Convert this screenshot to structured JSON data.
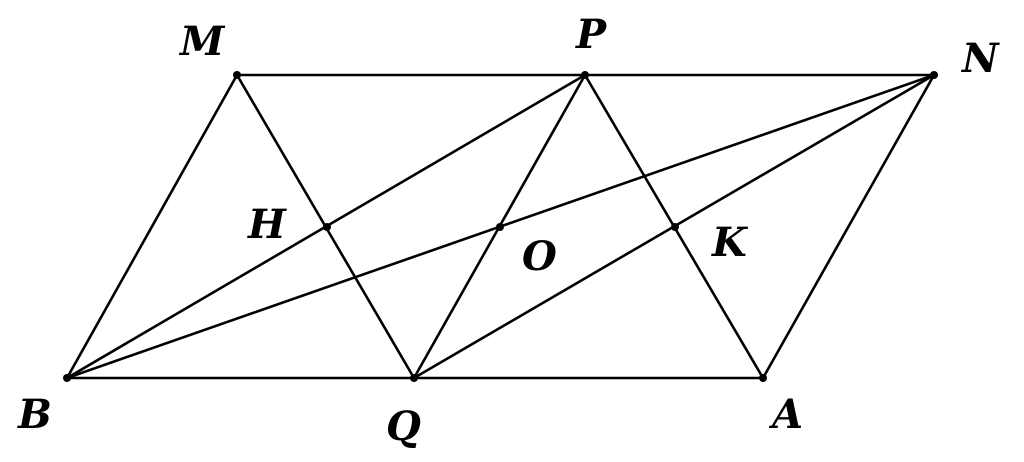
{
  "figure": {
    "points": [
      {
        "id": "M",
        "label": "M"
      },
      {
        "id": "P",
        "label": "P"
      },
      {
        "id": "N",
        "label": "N"
      },
      {
        "id": "B",
        "label": "B"
      },
      {
        "id": "Q",
        "label": "Q"
      },
      {
        "id": "A",
        "label": "A"
      },
      {
        "id": "H",
        "label": "H"
      },
      {
        "id": "O",
        "label": "O"
      },
      {
        "id": "K",
        "label": "K"
      }
    ],
    "segments": [
      [
        "M",
        "N"
      ],
      [
        "B",
        "A"
      ],
      [
        "B",
        "M"
      ],
      [
        "A",
        "N"
      ],
      [
        "M",
        "Q"
      ],
      [
        "P",
        "Q"
      ],
      [
        "P",
        "A"
      ],
      [
        "B",
        "P"
      ],
      [
        "B",
        "N"
      ],
      [
        "Q",
        "N"
      ]
    ],
    "colors": {
      "stroke": "#000000",
      "background": "#ffffff"
    }
  }
}
